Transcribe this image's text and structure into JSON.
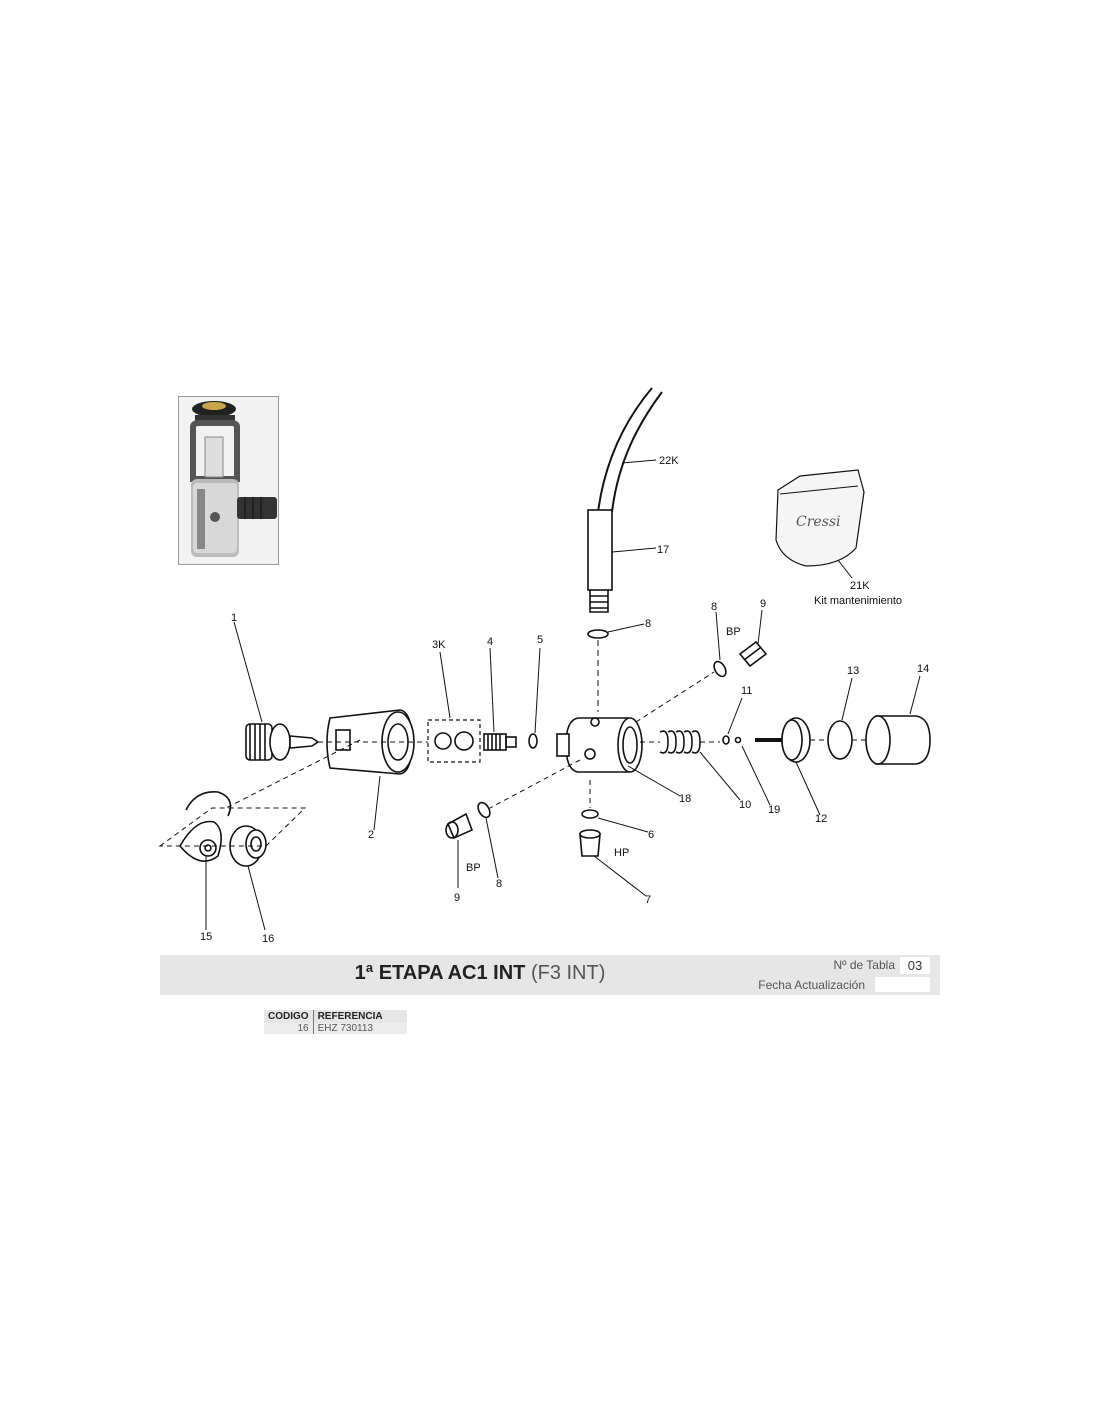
{
  "header": {
    "title_main": "1ª ETAPA AC1 INT",
    "title_sub": "(F3 INT)",
    "tabla_label": "Nº de Tabla",
    "tabla_value": "03",
    "fecha_label": "Fecha Actualización",
    "fecha_value": ""
  },
  "kit": {
    "code": "21K",
    "name": "Kit mantenimiento",
    "brand": "Cressi"
  },
  "callouts": {
    "c1": "1",
    "c2": "2",
    "c3k": "3K",
    "c4": "4",
    "c5": "5",
    "c6": "6",
    "c7": "7",
    "c8_top": "8",
    "c8_right": "8",
    "c8_left": "8",
    "c9_right": "9",
    "c9_left": "9",
    "c10": "10",
    "c11": "11",
    "c12": "12",
    "c13": "13",
    "c14": "14",
    "c15": "15",
    "c16": "16",
    "c17": "17",
    "c18": "18",
    "c19": "19",
    "c22k": "22K",
    "bp_right": "BP",
    "bp_left": "BP",
    "hp": "HP"
  },
  "table": {
    "headers": [
      "CODIGO",
      "REFERENCIA"
    ],
    "rows": [
      {
        "codigo": "16",
        "referencia": "EHZ 730113"
      }
    ]
  }
}
